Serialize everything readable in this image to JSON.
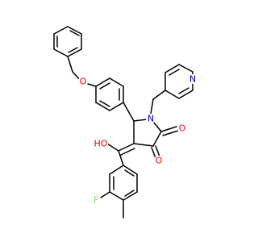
{
  "molecule": {
    "atom_labels": {
      "O_ether": "O",
      "N_pyridine": "N",
      "N_ring": "N",
      "O_ketone_upper": "O",
      "O_ketone_lower": "O",
      "OH": "HO",
      "F": "F"
    },
    "colors": {
      "bond": "#000000",
      "O": "#ff0000",
      "N": "#0000ff",
      "F": "#90e050",
      "background": "#ffffff"
    }
  }
}
